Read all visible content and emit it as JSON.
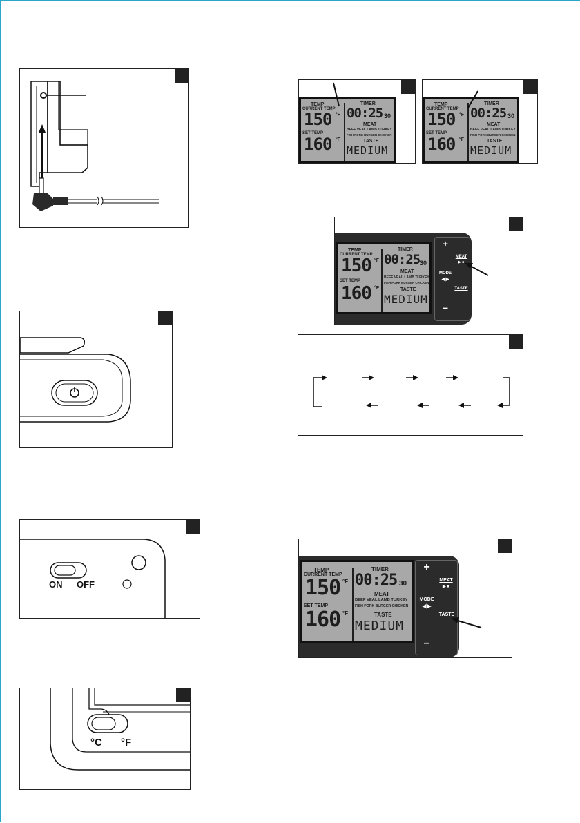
{
  "lcd": {
    "temp": "TEMP",
    "current_temp": "CURRENT TEMP",
    "current_value": "150",
    "unit": "°F",
    "set_temp": "SET TEMP",
    "set_value": "160",
    "timer": "TIMER",
    "timer_value": "00:25",
    "timer_seconds": "30",
    "meat": "MEAT",
    "meat_row1": "BEEF VEAL LAMB TURKEY",
    "meat_row2": "FISH PORK BURGER CHICKEN",
    "taste": "TASTE",
    "taste_value": "MEDIUM"
  },
  "buttons": {
    "plus": "+",
    "minus": "–",
    "mode": "MODE",
    "mode_arrows": "◀|▶",
    "meat": "MEAT",
    "meat_symbols": "▶ ■",
    "taste": "TASTE"
  },
  "switch_power": {
    "on": "ON",
    "off": "OFF"
  },
  "switch_unit": {
    "c": "°C",
    "f": "°F"
  }
}
